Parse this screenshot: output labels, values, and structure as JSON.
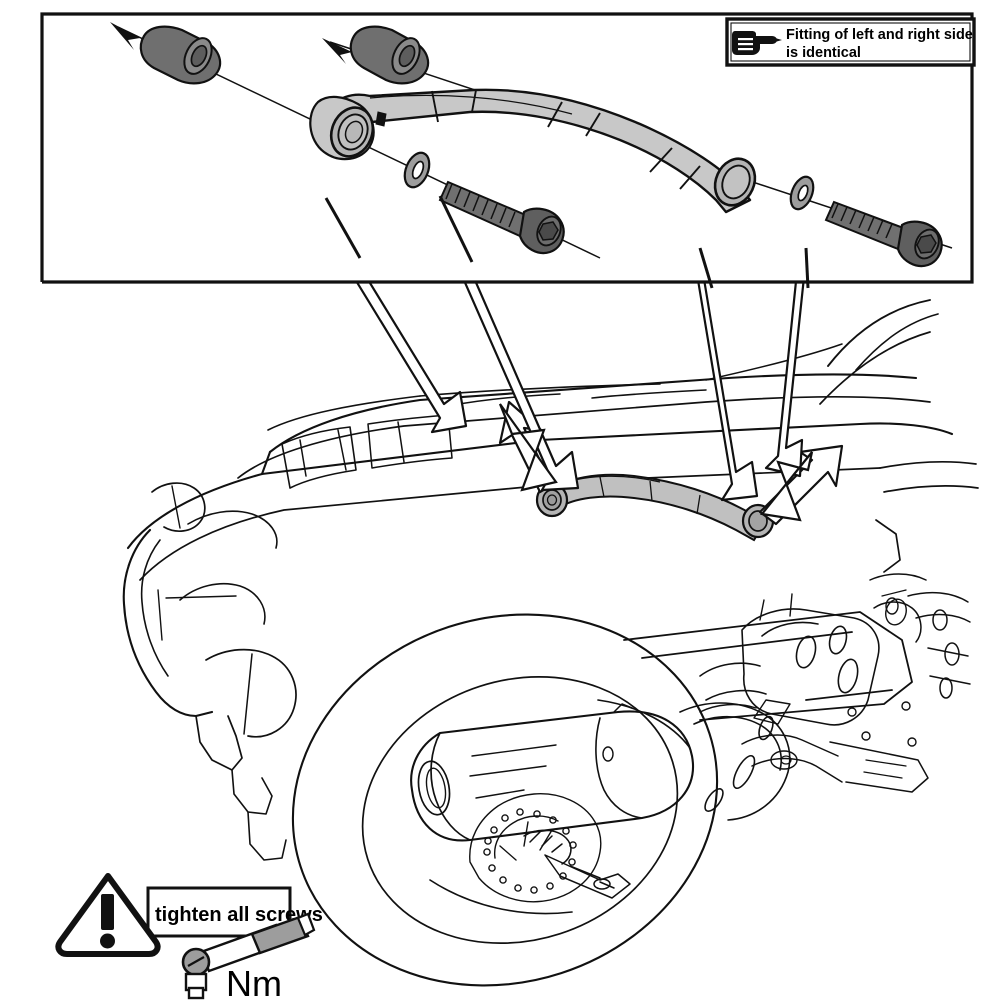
{
  "document": {
    "title": "Motorcycle rear bracket / grab rail fitting instruction",
    "type": "technical-line-drawing"
  },
  "colors": {
    "line": "#111111",
    "outline": "#000000",
    "paper": "#ffffff",
    "bracket_light": "#c8c8c8",
    "bracket_mid": "#b4b4b4",
    "bracket_shadow": "#9a9a9a",
    "spacer_dark": "#6f6f6f",
    "spacer_mid": "#8a8a8a",
    "bolt_body": "#707070",
    "bolt_head": "#5f5f5f",
    "washer_face": "#9d9d9d"
  },
  "detail_box": {
    "name": "exploded-assembly-detail",
    "border_width": 3,
    "parts": [
      {
        "id": "spacer-left",
        "label": "spacer / bushing",
        "fill": "spacer_dark"
      },
      {
        "id": "spacer-right",
        "label": "spacer / bushing",
        "fill": "spacer_dark"
      },
      {
        "id": "bracket",
        "label": "curved mounting bracket",
        "fill": "bracket_light"
      },
      {
        "id": "washer-left",
        "label": "washer",
        "fill": "washer_face"
      },
      {
        "id": "washer-right",
        "label": "washer",
        "fill": "washer_face"
      },
      {
        "id": "bolt-left",
        "label": "hex socket cap screw",
        "fill": "bolt_body"
      },
      {
        "id": "bolt-right",
        "label": "hex socket cap screw",
        "fill": "bolt_body"
      }
    ],
    "assembly_axes": 2,
    "leader_lines": 4
  },
  "info_box": {
    "icon": "pointing-hand-icon",
    "line1": "Fitting of left and right side",
    "line2": "is identical"
  },
  "warning_box": {
    "icon": "warning-triangle-icon",
    "exclamation": "!",
    "text": "tighten all screws",
    "torque_unit": "Nm",
    "tool": "torque-wrench-icon"
  },
  "vehicle": {
    "name": "motorcycle-rear-section",
    "components": [
      "tail-fairing",
      "rear-seat",
      "subframe",
      "rear-wheel",
      "rear-tyre",
      "exhaust-silencer",
      "brake-disc",
      "swingarm",
      "footpeg-bracket",
      "pillion-footpeg",
      "turn-signal"
    ],
    "mount_arrows": 4,
    "installed_part": "curved mounting bracket"
  }
}
